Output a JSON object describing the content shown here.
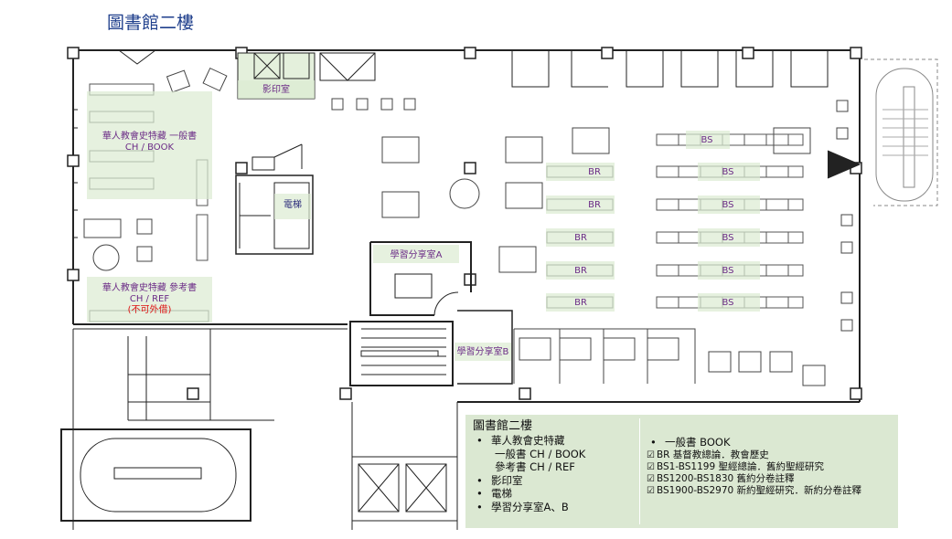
{
  "title": "圖書館二樓",
  "zones": {
    "ch_book": {
      "line1": "華人教會史特藏  一般書",
      "line2": "CH / BOOK"
    },
    "ch_ref": {
      "line1": "華人教會史特藏  參考書",
      "line2": "CH / REF",
      "line3": "(不可外借)"
    },
    "copy_room": "影印室",
    "elevator": "電梯",
    "study_a": "學習分享室A",
    "study_b": "學習分享室B"
  },
  "shelves": {
    "br": [
      "BR",
      "BR",
      "BR",
      "BR",
      "BR"
    ],
    "bs": [
      "BS",
      "BS",
      "BS",
      "BS",
      "BS",
      "BS"
    ]
  },
  "legend": {
    "heading": "圖書館二樓",
    "items": [
      {
        "text": "華人教會史特藏",
        "sub": false
      },
      {
        "text": "一般書 CH / BOOK",
        "sub": true
      },
      {
        "text": "參考書 CH / REF",
        "sub": true
      },
      {
        "text": "影印室",
        "sub": false
      },
      {
        "text": "電梯",
        "sub": false
      },
      {
        "text": "學習分享室A、B",
        "sub": false
      }
    ],
    "general_heading": "一般書 BOOK",
    "check_mark": "☑",
    "general_items": [
      "BR 基督教總論．教會歷史",
      "BS1-BS1199 聖經總論．舊約聖經研究",
      "BS1200-BS1830 舊約分卷註釋",
      "BS1900-BS2970 新約聖經研究．新約分卷註釋"
    ]
  },
  "colors": {
    "zone_fill": "#e4f0dc",
    "label_purple": "#6b2b86",
    "title_blue": "#1f3f8c",
    "legend_fill": "#dbe8d2",
    "wall": "#222222"
  }
}
